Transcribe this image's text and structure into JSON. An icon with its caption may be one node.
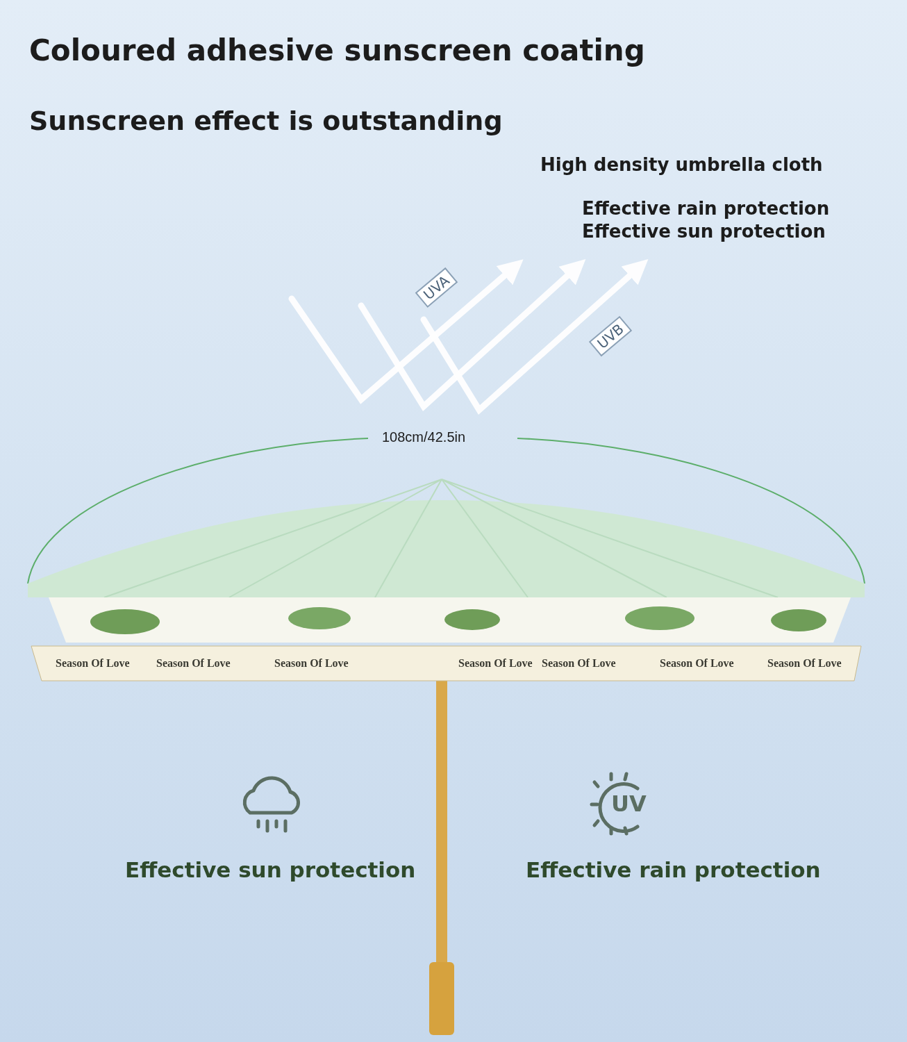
{
  "diagram": {
    "title": "Coloured adhesive sunscreen coating",
    "labels": [
      "Sunscreen effect is outstanding",
      "High density umbrella cloth",
      "Effective rain protection",
      "Effective sun protection",
      "UVA",
      "UVB",
      "108cm/42.5in",
      "Season Of Love",
      "Season Of Love",
      "Season Of Love",
      "Season Of Love",
      "Season Of Love",
      "Season Of Love",
      "Season Of Love",
      "UV",
      "Effective sun protection",
      "Effective rain protection"
    ]
  }
}
